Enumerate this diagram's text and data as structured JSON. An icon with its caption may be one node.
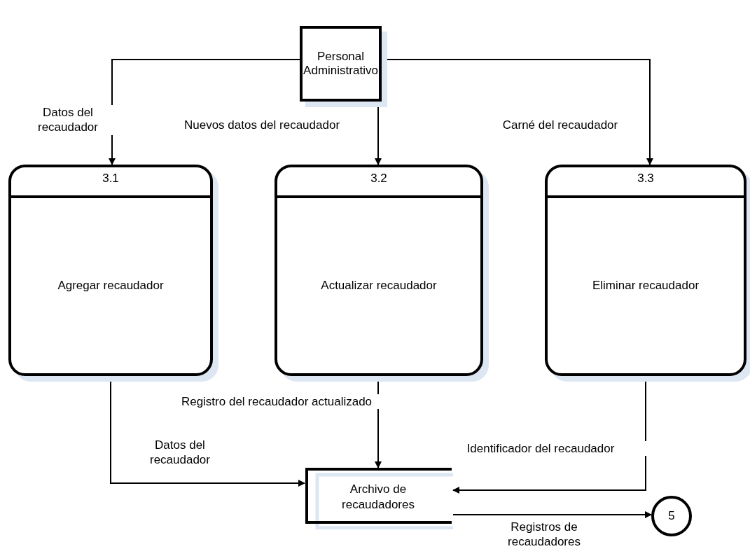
{
  "diagram": {
    "nodes": [
      {
        "text": [
          "Personal Administrativo"
        ]
      },
      {
        "text": [
          "3.1",
          "Agregar recaudador"
        ]
      },
      {
        "text": [
          "3.2",
          "Actualizar recaudador"
        ]
      },
      {
        "text": [
          "3.3",
          "Eliminar recaudador"
        ]
      },
      {
        "text": [
          "Archivo de recaudadores"
        ]
      },
      {
        "text": [
          "5"
        ]
      }
    ],
    "edges": [
      {
        "from": 0,
        "to": 1,
        "arrow": "to",
        "label": "Datos del recaudador"
      },
      {
        "from": 0,
        "to": 2,
        "arrow": "to",
        "label": "Nuevos datos del recaudador"
      },
      {
        "from": 0,
        "to": 3,
        "arrow": "to",
        "label": "Carné del recaudador"
      },
      {
        "from": 1,
        "to": 4,
        "arrow": "to",
        "label": "Datos del recaudador"
      },
      {
        "from": 2,
        "to": 4,
        "arrow": "to",
        "label": "Registro del recaudador actualizado"
      },
      {
        "from": 3,
        "to": 4,
        "arrow": "to",
        "label": "Identificador del recaudador"
      },
      {
        "from": 4,
        "to": 5,
        "arrow": "to",
        "label": "Registros de recaudadores"
      }
    ]
  }
}
